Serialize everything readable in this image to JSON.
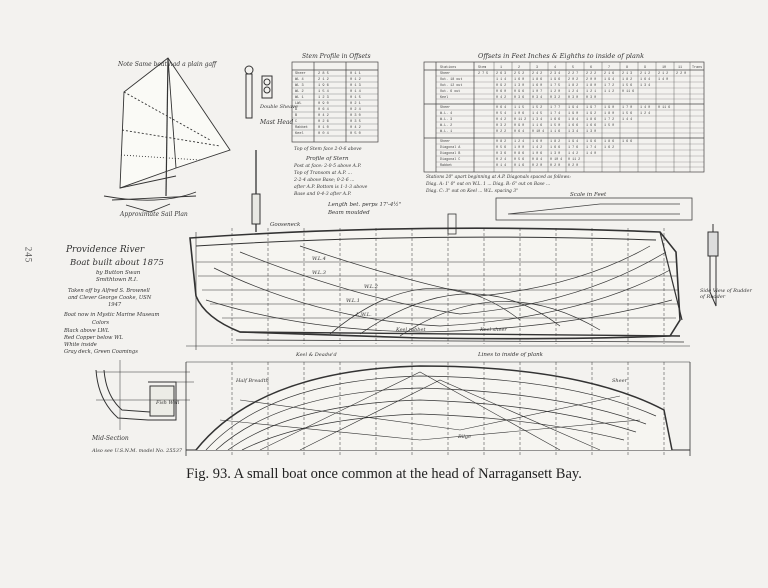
{
  "page_number": "245",
  "caption": "Fig. 93. A small boat once common at the head of Narragansett Bay.",
  "drawing": {
    "sail_note": "Note Same boat had a plain gaff",
    "sail_plan_label": "Approximate Sail Plan",
    "title_block": [
      "Providence River",
      "Boat built about 1875",
      "by Button Swan",
      "Smithtown R.I.",
      "Taken off by Alfred S. Brownell",
      "and Clever George Cooke, USN",
      "1947",
      "Boat now in Mystic Marine Museum",
      "Colors",
      "Black above LWL",
      "Red Copper below WL",
      "White inside",
      "Gray deck, Green Coamings"
    ],
    "stem_table_title": "Stem Profile in Offsets",
    "offsets_title": "Offsets in Feet Inches & Eighths to inside of plank",
    "scale_label": "Scale in Feet",
    "mast_head_label": "Mast Head",
    "double_sheave_label": "Double Sheave",
    "gooseneck_label": "Gooseneck",
    "rudder_label": "Side View of Rudder",
    "stern_note": "Profile of Stern",
    "length_note": "Length bet. perps 17'-4½\"",
    "beam_note": "Beam moulded",
    "lines_note": "Lines to inside of plank",
    "mid_section_label": "Mid-Section",
    "fish_well_label": "Fish Well",
    "waterline_labels": [
      "W.L.4",
      "W.L.3",
      "W.L.2",
      "W.L.1",
      "L.W.L."
    ],
    "keel_labels": [
      "Keel & Deadw'd",
      "Keel rabbet",
      "Keel sheer"
    ],
    "also_see": "Also see U.S.N.M. model No. 25537",
    "half_breadth_label": "Half Breadth",
    "sheer_label": "Sheer",
    "bilge_label": "Bilge"
  }
}
